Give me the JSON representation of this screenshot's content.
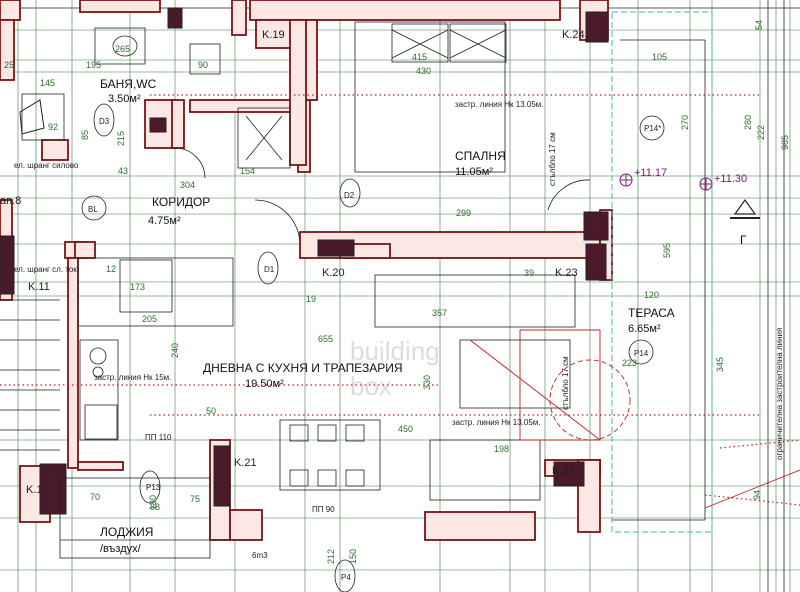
{
  "rooms": {
    "bath": {
      "name": "БАНЯ,WC",
      "area": "3.50м²"
    },
    "corridor": {
      "name": "КОРИДОР",
      "area": "4.75м²"
    },
    "bedroom": {
      "name": "СПАЛНЯ",
      "area": "11.05м²"
    },
    "living": {
      "name": "ДНЕВНА С КУХНЯ И ТРАПЕЗАРИЯ",
      "area": "19.50м²"
    },
    "terrace": {
      "name": "ТЕРАСА",
      "area": "6.65м²"
    },
    "loggia": {
      "name": "ЛОДЖИЯ",
      "sub": "/въздух/"
    }
  },
  "columns": [
    "K.19",
    "K.24",
    "K.20",
    "K.23",
    "K.21",
    "K.22",
    "K.11",
    "K.10"
  ],
  "doors": [
    "D1",
    "D2",
    "D3",
    "BL"
  ],
  "windows": [
    "P14*",
    "P14",
    "P13",
    "P4"
  ],
  "elevations": [
    "+11.17",
    "+11.30"
  ],
  "notes": {
    "line_top": "застр. линия Нк 13.05м.",
    "line_mid": "застр. линия Нк 15м.",
    "line_bottom": "застр. линия Нк 13.05м.",
    "ramp_top": "стълбло 17 см",
    "ramp_mid": "стълбло 17 см",
    "shtrang1": "ел. шранг силово",
    "shtrang2": "ел. шранг сл. ток",
    "pp_top": "ПП 110",
    "pp_bottom": "ПП 90",
    "boundary": "ограничителна застроителна линия",
    "apt_ref": "ап.8",
    "m3": "6m3",
    "watermark_line1": "building",
    "watermark_line2": "box"
  },
  "dims": {
    "d265": "265",
    "d145": "145",
    "d195": "195",
    "d25": "25",
    "d90": "90",
    "d415": "415",
    "d430": "430",
    "d105": "105",
    "d54": "54",
    "d222": "222",
    "d85": "85",
    "d215": "215",
    "d92": "92",
    "d304": "304",
    "d154": "154",
    "d43": "43",
    "d299": "299",
    "d280": "280",
    "d270": "270",
    "d985": "985",
    "d173": "173",
    "d205": "205",
    "d655": "655",
    "d357": "357",
    "d240": "240",
    "d330": "330",
    "d345": "345",
    "d120": "120",
    "d595": "595",
    "d450": "450",
    "d198": "198",
    "d130": "130",
    "d212": "212",
    "d150": "150",
    "d70": "70",
    "d88": "88",
    "d75": "75",
    "d39": "39",
    "d19": "19",
    "d223": "223",
    "d94": "94",
    "d50": "50",
    "d12": "12"
  }
}
